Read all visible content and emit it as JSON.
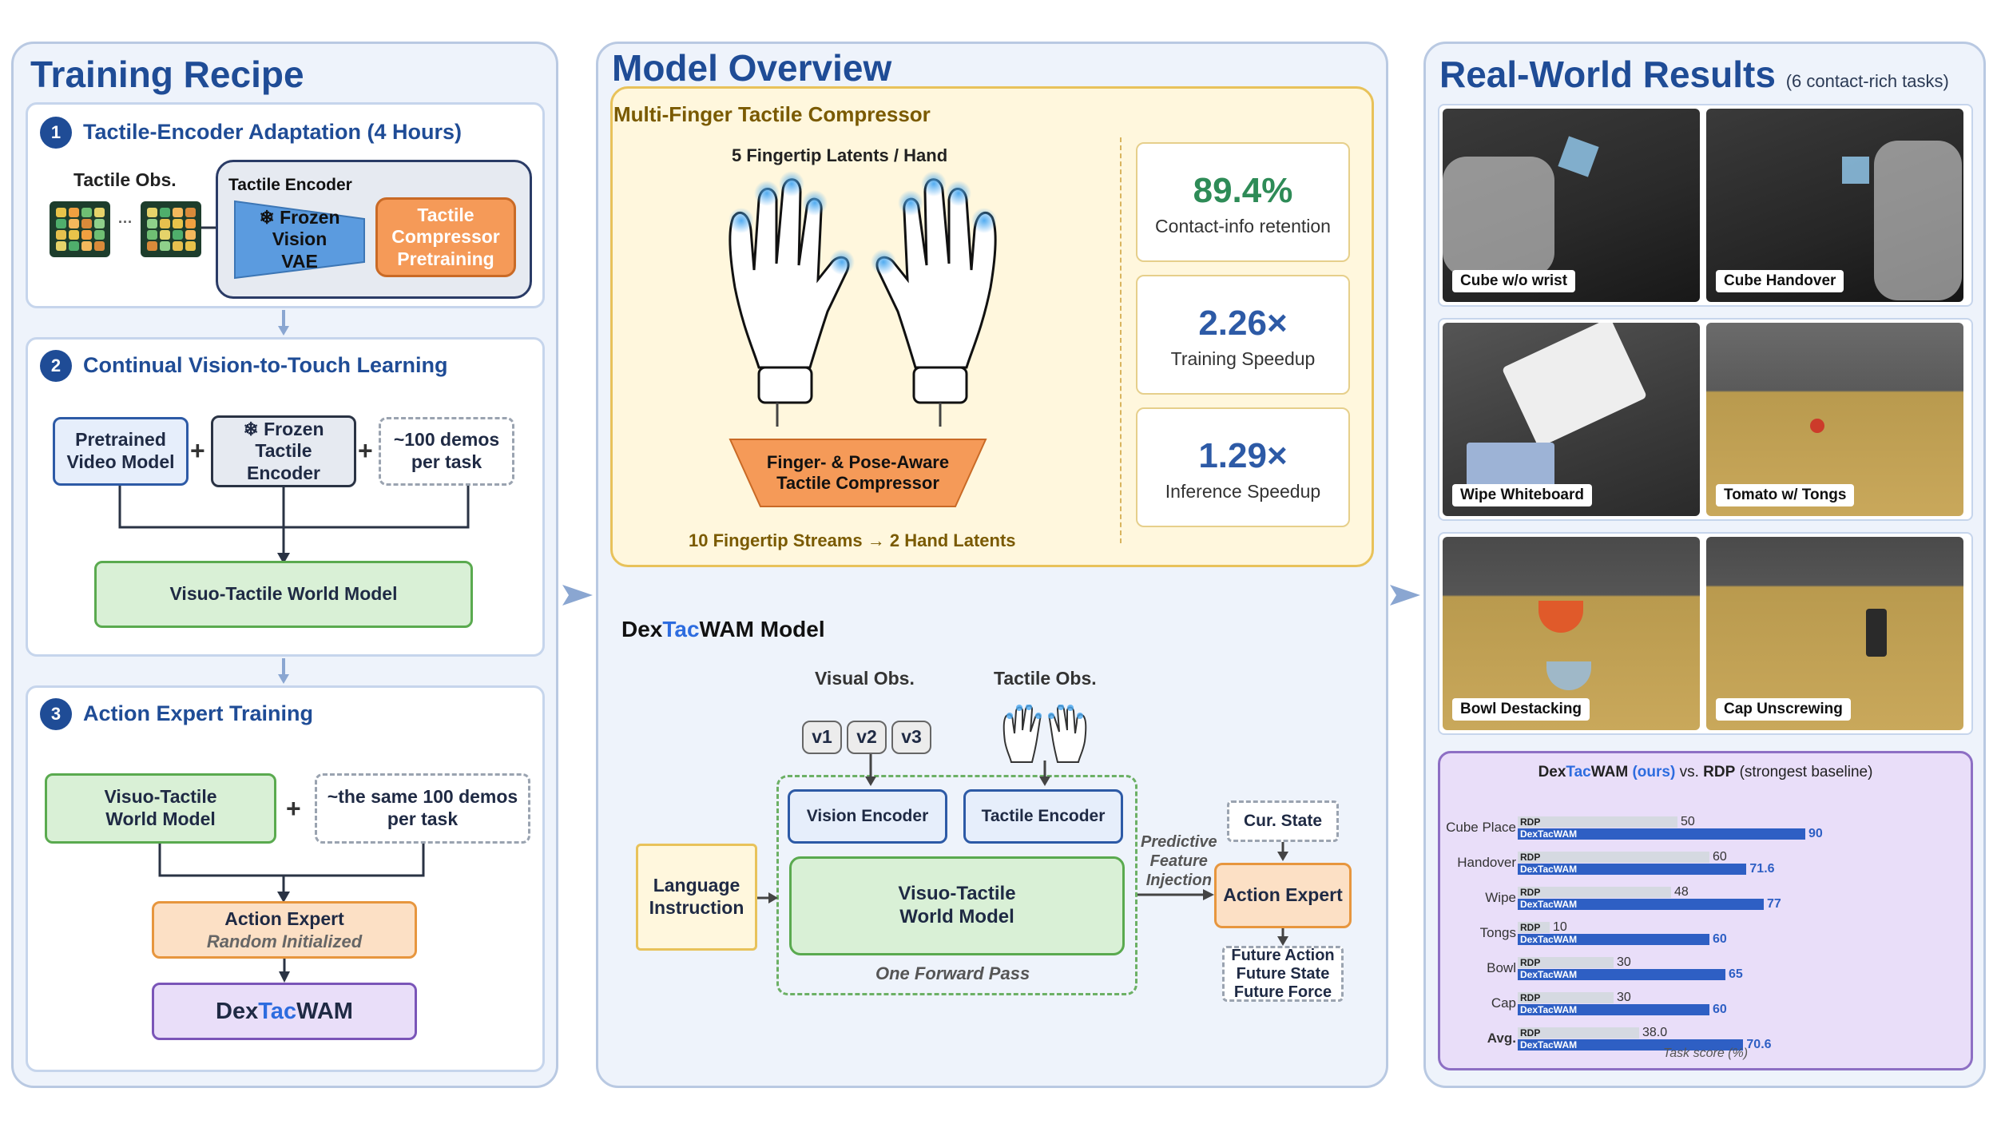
{
  "training": {
    "title": "Training Recipe",
    "step1": {
      "num": "1",
      "title": "Tactile-Encoder Adaptation (4 Hours)",
      "tactile_obs": "Tactile Obs.",
      "dots": "···",
      "encoder_label": "Tactile Encoder",
      "frozen_vae": "❄ Frozen\nVision\nVAE",
      "compressor": "Tactile\nCompressor\nPretraining"
    },
    "step2": {
      "num": "2",
      "title": "Continual Vision-to-Touch Learning",
      "pretrained": "Pretrained\nVideo Model",
      "frozen_enc": "❄ Frozen\nTactile\nEncoder",
      "demos": "~100 demos\nper task",
      "plus": "+",
      "world_model": "Visuo-Tactile World Model"
    },
    "step3": {
      "num": "3",
      "title": "Action Expert Training",
      "world_model": "Visuo-Tactile\nWorld Model",
      "plus": "+",
      "demos": "~the same 100 demos\nper task",
      "action_expert": "Action Expert",
      "random_init": "Random Initialized",
      "final_pre": "Dex",
      "final_mid": "Tac",
      "final_post": "WAM"
    }
  },
  "model": {
    "title": "Model Overview",
    "compressor_title": "Multi-Finger Tactile Compressor",
    "fingertip_latents": "5 Fingertip Latents / Hand",
    "compressor_box": "Finger- & Pose-Aware\nTactile Compressor",
    "streams": "10 Fingertip Streams → 2 Hand Latents",
    "stats": [
      {
        "value": "89.4%",
        "label": "Contact-info retention",
        "color": "#2e8b57"
      },
      {
        "value": "2.26×",
        "label": "Training Speedup",
        "color": "#2d5aa6"
      },
      {
        "value": "1.29×",
        "label": "Inference Speedup",
        "color": "#2d5aa6"
      }
    ],
    "dex_title_pre": "Dex",
    "dex_title_mid": "Tac",
    "dex_title_post": "WAM Model",
    "visual_obs": "Visual Obs.",
    "tactile_obs": "Tactile Obs.",
    "views": [
      "v1",
      "v2",
      "v3"
    ],
    "vision_encoder": "Vision Encoder",
    "tactile_encoder": "Tactile Encoder",
    "language": "Language\nInstruction",
    "world_model": "Visuo-Tactile\nWorld Model",
    "forward_pass": "One Forward Pass",
    "injection": "Predictive\nFeature\nInjection",
    "cur_state": "Cur. State",
    "action_expert": "Action Expert",
    "outputs": "Future Action\nFuture State\nFuture Force"
  },
  "results": {
    "title": "Real-World Results",
    "subtitle": "(6 contact-rich tasks)",
    "photos": [
      {
        "caption": "Cube w/o wrist"
      },
      {
        "caption": "Cube Handover"
      },
      {
        "caption": "Wipe Whiteboard"
      },
      {
        "caption": "Tomato w/ Tongs"
      },
      {
        "caption": "Bowl Destacking"
      },
      {
        "caption": "Cap Unscrewing"
      }
    ],
    "chart_title_pre": "Dex",
    "chart_title_mid": "Tac",
    "chart_title_post": "WAM",
    "chart_title_ours": "(ours)",
    "chart_title_vs": "vs.",
    "chart_title_rdp": "RDP",
    "chart_title_tail": "(strongest baseline)",
    "xlabel": "Task score (%)"
  },
  "chart_data": {
    "type": "bar",
    "orientation": "horizontal",
    "title": "DexTacWAM (ours) vs. RDP (strongest baseline)",
    "xlabel": "Task score (%)",
    "categories": [
      "Cube Place",
      "Handover",
      "Wipe",
      "Tongs",
      "Bowl",
      "Cap",
      "Avg."
    ],
    "series": [
      {
        "name": "RDP",
        "values": [
          50,
          60,
          48,
          10,
          30,
          30,
          38.0
        ],
        "labels": [
          "50",
          "60",
          "48",
          "10",
          "30",
          "30",
          "38.0"
        ],
        "color": "#d5d9e1"
      },
      {
        "name": "DexTacWAM",
        "values": [
          90,
          71.6,
          77,
          60,
          65,
          60,
          70.6
        ],
        "labels": [
          "90",
          "71.6",
          "77",
          "60",
          "65",
          "60",
          "70.6"
        ],
        "color": "#2e5fc4"
      }
    ],
    "xlim": [
      0,
      100
    ]
  },
  "colors": {
    "accent": "#1f4c96",
    "tac": "#2d6cdf",
    "panel_bg": "#eef3fb"
  }
}
